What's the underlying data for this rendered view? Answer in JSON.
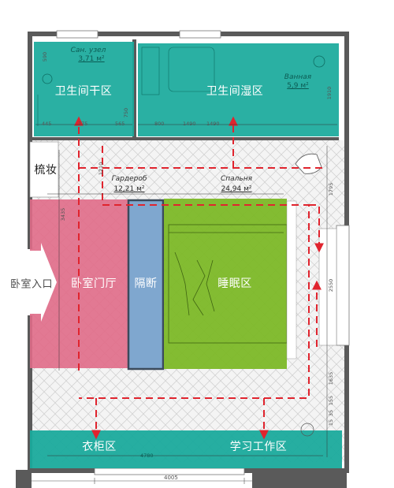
{
  "zones": {
    "bath_dry": "卫生间干区",
    "bath_wet": "卫生间湿区",
    "vanity": "梳妆",
    "entrance_outside": "卧室入口",
    "foyer": "卧室门厅",
    "partition": "隔断",
    "sleep": "睡眠区",
    "wardrobe": "衣柜区",
    "study": "学习工作区"
  },
  "rooms": {
    "wc_name": "Сан. узел",
    "wc_area": "3,71 м²",
    "bath_name": "Ванная",
    "bath_area": "5,9 м²",
    "dressing_name": "Гардероб",
    "dressing_area": "12,21 м²",
    "bedroom_name": "Спальня",
    "bedroom_area": "24,94 м²"
  },
  "dimensions": {
    "wc_w1": "445",
    "wc_w2": "775",
    "wc_w3": "565",
    "bath_w1": "800",
    "bath_w2": "1490",
    "bath_w3": "1490",
    "wc_h1": "590",
    "wc_h2": "750",
    "bath_h1": "1910",
    "side_1795": "1795",
    "side_2550": "2550",
    "side_1635": "1635",
    "side_155": "155",
    "side_35": "35",
    "side_15": "15",
    "left_3435": "3435",
    "left_1210": "1210",
    "bottom_4780": "4780",
    "footer_4005": "4005"
  },
  "colors": {
    "teal": "#1aaa9c",
    "pink": "#e06b88",
    "blue": "#7fa7cf",
    "green": "#7cb827",
    "path": "#e0242e",
    "wall": "#555555"
  }
}
